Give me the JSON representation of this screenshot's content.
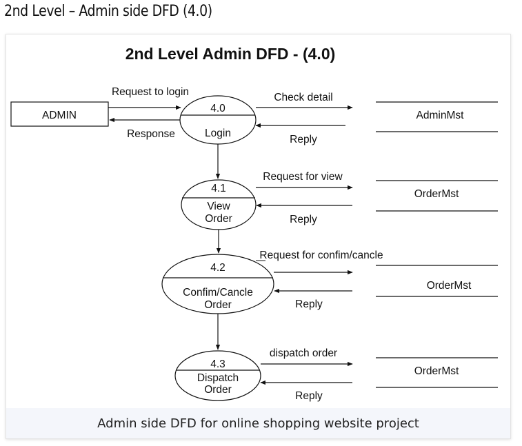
{
  "page": {
    "heading": "2nd Level – Admin side DFD (4.0)",
    "caption": "Admin side DFD for online shopping website project"
  },
  "diagram": {
    "title": "2nd Level Admin DFD - (4.0)",
    "entity": "ADMIN",
    "entity_flows": {
      "in": "Request to login",
      "out": "Response"
    },
    "processes": [
      {
        "id": "4.0",
        "name_lines": [
          "Login"
        ]
      },
      {
        "id": "4.1",
        "name_lines": [
          "View",
          "Order"
        ]
      },
      {
        "id": "4.2",
        "name_lines": [
          "Confim/Cancle",
          "Order"
        ]
      },
      {
        "id": "4.3",
        "name_lines": [
          "Dispatch",
          "Order"
        ]
      }
    ],
    "stores": [
      "AdminMst",
      "OrderMst",
      "OrderMst",
      "OrderMst"
    ],
    "flows": [
      {
        "request": "Check detail",
        "reply": "Reply"
      },
      {
        "request": "Request for view",
        "reply": "Reply"
      },
      {
        "request": "Request for confim/cancle",
        "reply": "Reply"
      },
      {
        "request": "dispatch order",
        "reply": "Reply"
      }
    ],
    "colors": {
      "line": "#111111",
      "caption_bg": "#f4f6fb"
    }
  }
}
